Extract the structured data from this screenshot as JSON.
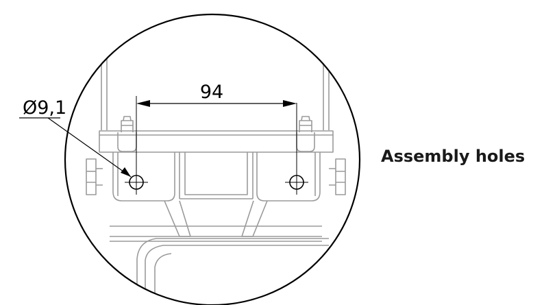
{
  "drawing": {
    "spacing_dimension": "94",
    "hole_diameter_dimension": "Ø9,1",
    "caption": "Assembly holes"
  },
  "colors": {
    "part_outline": "#9a9a9a",
    "detail_circle": "#000000",
    "dimension_line": "#000000",
    "caption_text": "#1a1a1a"
  }
}
